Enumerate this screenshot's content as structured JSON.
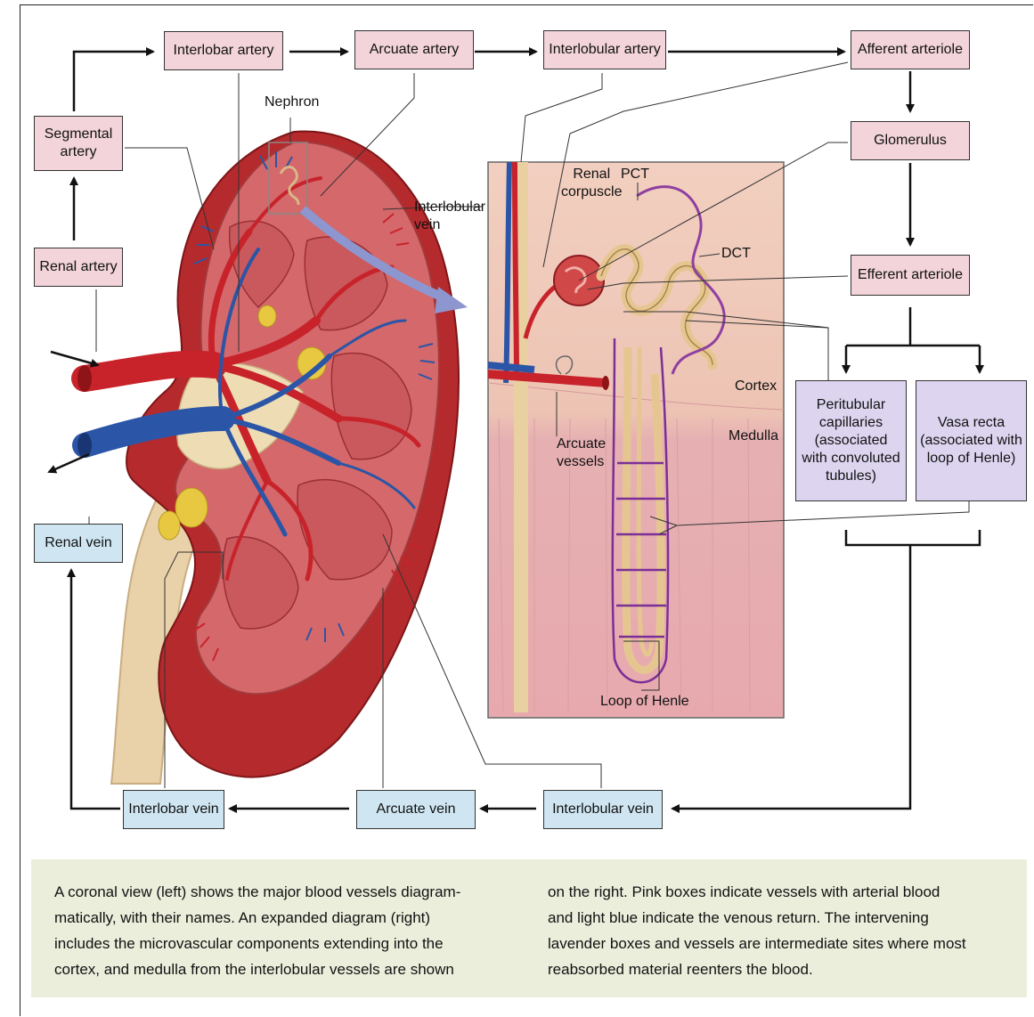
{
  "boxes": {
    "interlobar_artery": "Interlobar artery",
    "arcuate_artery": "Arcuate artery",
    "interlobular_artery": "Interlobular artery",
    "afferent_arteriole": "Afferent arteriole",
    "segmental_artery": "Segmental\nartery",
    "glomerulus": "Glomerulus",
    "renal_artery": "Renal artery",
    "efferent_arteriole": "Efferent arteriole",
    "peritubular_capillaries": "Peritubular\ncapillaries\n(associated\nwith convoluted\ntubules)",
    "vasa_recta": "Vasa recta\n(associated with\nloop of Henle)",
    "renal_vein": "Renal vein",
    "interlobar_vein": "Interlobar vein",
    "arcuate_vein": "Arcuate vein",
    "interlobular_vein": "Interlobular vein"
  },
  "labels": {
    "nephron": "Nephron",
    "interlobular_vein": "Interlobular\nvein",
    "renal_corpuscle": "Renal\ncorpuscle",
    "pct": "PCT",
    "dct": "DCT",
    "cortex": "Cortex",
    "medulla": "Medulla",
    "arcuate_vessels": "Arcuate\nvessels",
    "loop_of_henle": "Loop of Henle"
  },
  "caption": {
    "left": "A coronal view (left) shows the major blood vessels diagram-\nmatically, with their names. An expanded diagram (right)\nincludes the microvascular components extending into the\ncortex, and medulla from the interlobular vessels are shown",
    "right": "on the right. Pink boxes indicate vessels with arterial blood\nand light blue indicate the venous return. The intervening\nlavender boxes and vessels are intermediate sites where most\nreabsorbed material reenters the blood."
  },
  "colors": {
    "arterial_box": "#f2d4da",
    "venous_box": "#cfe6f2",
    "intermediate_box": "#ddd5f0",
    "artery": "#c8232b",
    "vein": "#2b55a6",
    "caption_bg": "#eceedc"
  }
}
